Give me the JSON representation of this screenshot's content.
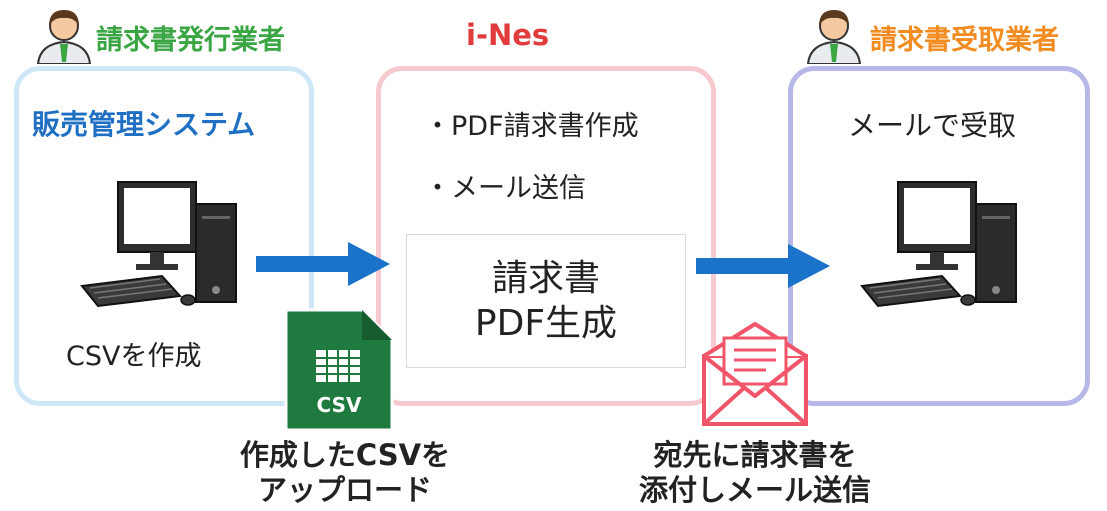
{
  "roles": {
    "issuer": "請求書発行業者",
    "service": "i-Nes",
    "receiver": "請求書受取業者"
  },
  "left_panel": {
    "title": "販売管理システム",
    "action": "CSVを作成"
  },
  "mid_panel": {
    "bullets": [
      "・PDF請求書作成",
      "・メール送信"
    ],
    "box_line1": "請求書",
    "box_line2": "PDF生成"
  },
  "right_panel": {
    "action": "メールで受取"
  },
  "csv_icon": {
    "label": "CSV"
  },
  "captions": {
    "upload_line1": "作成したCSVを",
    "upload_line2": "アップロード",
    "send_line1": "宛先に請求書を",
    "send_line2": "添付しメール送信"
  },
  "colors": {
    "issuer": "#3aa643",
    "service": "#e23b3b",
    "receiver": "#f28c21",
    "sales_title": "#1f6fc3",
    "arrow": "#1a73c9",
    "csv_icon": "#1e7a3e",
    "envelope": "#f0556a",
    "panel_left_border": "#cfe8f7",
    "panel_mid_border": "#f6c9cf",
    "panel_right_border": "#b7b7e8"
  },
  "icons": [
    "person-icon",
    "computer-icon",
    "arrow-right-icon",
    "csv-file-icon",
    "envelope-icon"
  ]
}
